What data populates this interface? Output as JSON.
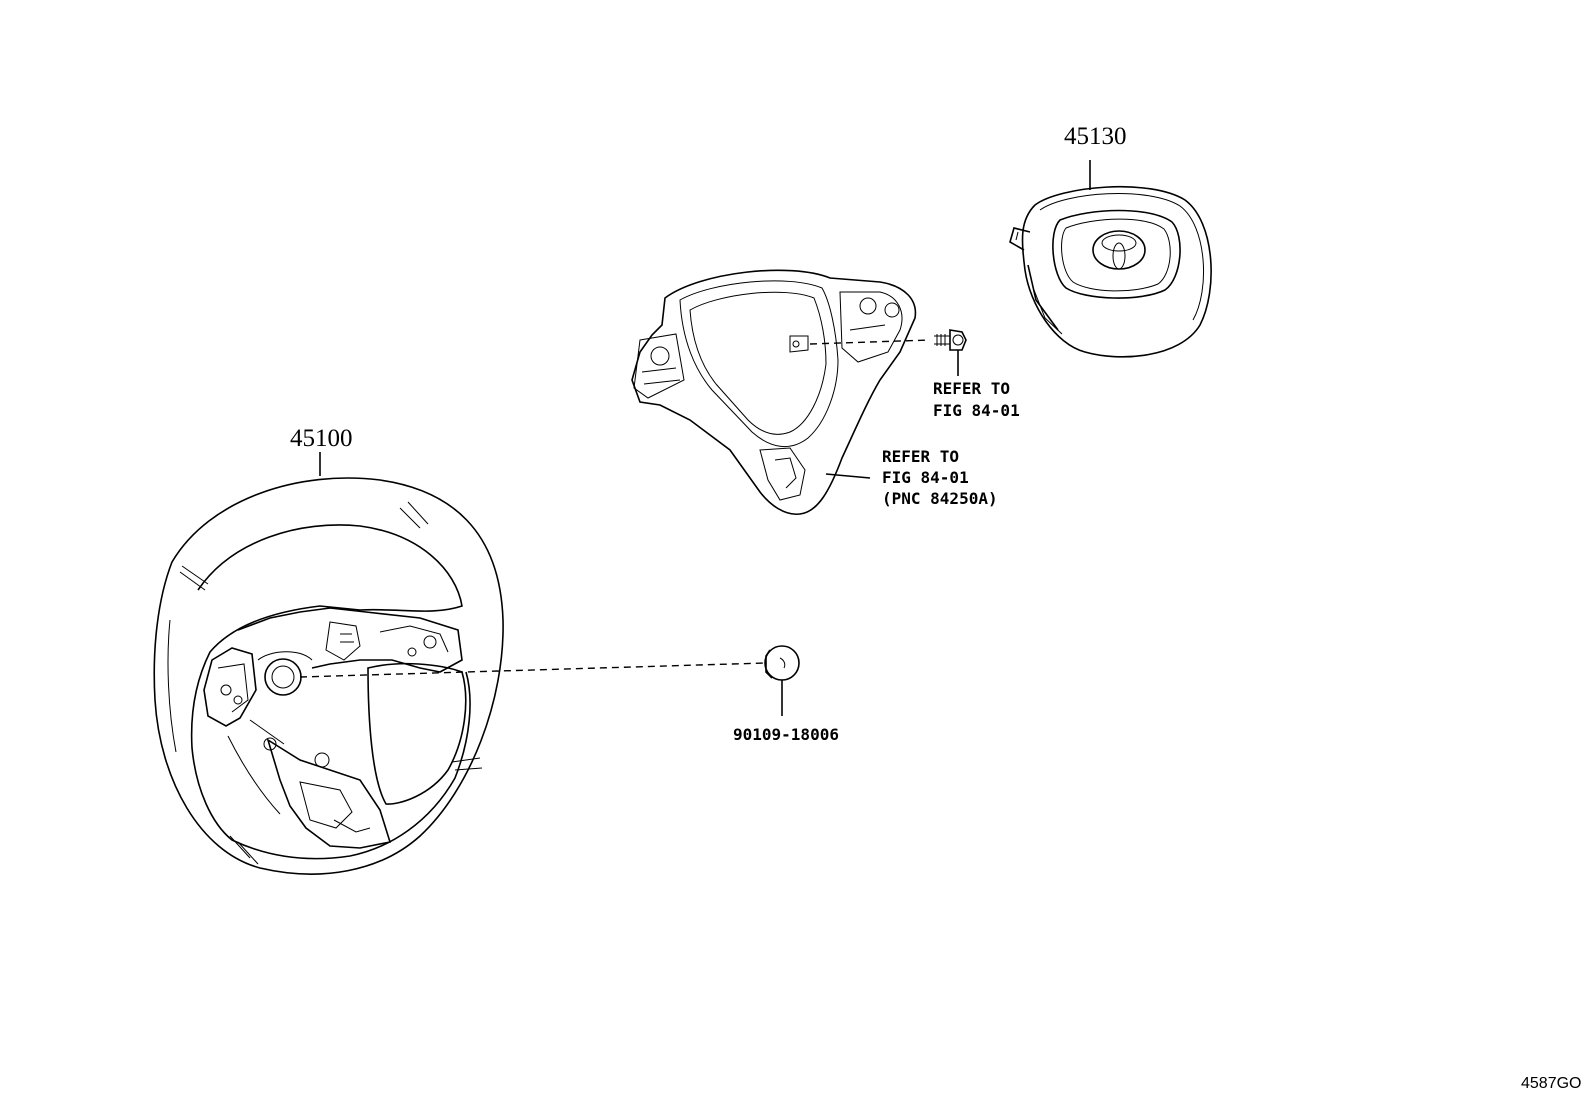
{
  "diagram": {
    "parts": {
      "airbag": {
        "number": "45130",
        "name": "airbag-pad"
      },
      "wheel": {
        "number": "45100",
        "name": "steering-wheel"
      },
      "plug": {
        "number": "90109-18006",
        "name": "hole-plug"
      }
    },
    "callouts": {
      "bolt_ref": {
        "line1": "REFER TO",
        "line2": "FIG 84-01"
      },
      "cover_ref": {
        "line1": "REFER TO",
        "line2": "FIG 84-01",
        "line3": "(PNC 84250A)"
      }
    },
    "figure_id": "4587GO"
  }
}
